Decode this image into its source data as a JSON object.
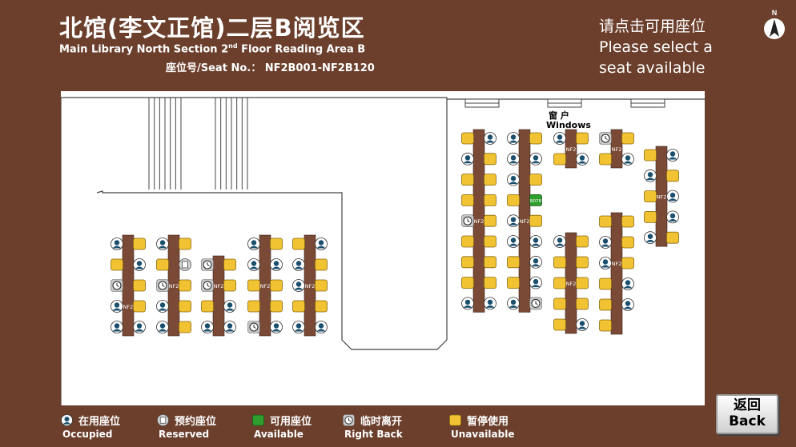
{
  "header": {
    "title": "北馆(李文正馆)二层B阅览区",
    "subtitle_pre": "Main Library North Section 2",
    "subtitle_sup": "nd",
    "subtitle_post": " Floor Reading Area B",
    "seat_range": "座位号/Seat No.：  NF2B001-NF2B120"
  },
  "prompt": {
    "zh": "请点击可用座位",
    "en": "Please select a seat available"
  },
  "compass": {
    "label": "N",
    "icon": "north-arrow-icon"
  },
  "map": {
    "window_zh": "窗    户",
    "window_en": "Windows",
    "table_label": "NF2",
    "available_seat_label": "B078"
  },
  "legend": [
    {
      "zh": "在用座位",
      "en": "Occupied",
      "icon": "occupied-seat-icon"
    },
    {
      "zh": "预约座位",
      "en": "Reserved",
      "icon": "reserved-seat-icon"
    },
    {
      "zh": "可用座位",
      "en": "Available",
      "icon": "available-seat-icon"
    },
    {
      "zh": "临时离开",
      "en": "Right Back",
      "icon": "right-back-seat-icon"
    },
    {
      "zh": "暂停使用",
      "en": "Unavailable",
      "icon": "unavailable-seat-icon"
    }
  ],
  "back": {
    "zh": "返回",
    "en": "Back"
  },
  "colors": {
    "background": "#6b3f2c",
    "table": "#7a4a36",
    "occupied": "#1b4f6e",
    "reserved": "#bdbdbd",
    "available": "#2e9e2e",
    "unavailable": "#f1c232"
  }
}
